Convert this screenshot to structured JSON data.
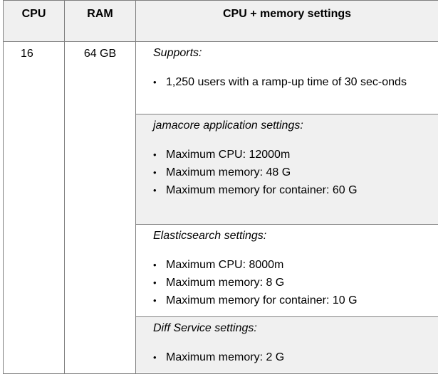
{
  "table": {
    "headers": {
      "cpu": "CPU",
      "ram": "RAM",
      "settings": "CPU + memory settings"
    },
    "row": {
      "cpu": "16",
      "ram": "64 GB",
      "blocks": [
        {
          "title": "Supports:",
          "items": [
            "1,250 users with a ramp-up time of 30 sec-onds"
          ]
        },
        {
          "title": "jamacore application settings:",
          "items": [
            "Maximum CPU: 12000m",
            "Maximum memory: 48 G",
            "Maximum memory for container: 60 G"
          ]
        },
        {
          "title": "Elasticsearch settings:",
          "items": [
            "Maximum CPU: 8000m",
            "Maximum memory: 8 G",
            "Maximum memory for container: 10 G"
          ]
        },
        {
          "title": "Diff Service settings:",
          "items": [
            "Maximum memory: 2 G"
          ]
        }
      ]
    }
  },
  "colors": {
    "border": "#7f7f7f",
    "shade": "#f0f0f0"
  }
}
